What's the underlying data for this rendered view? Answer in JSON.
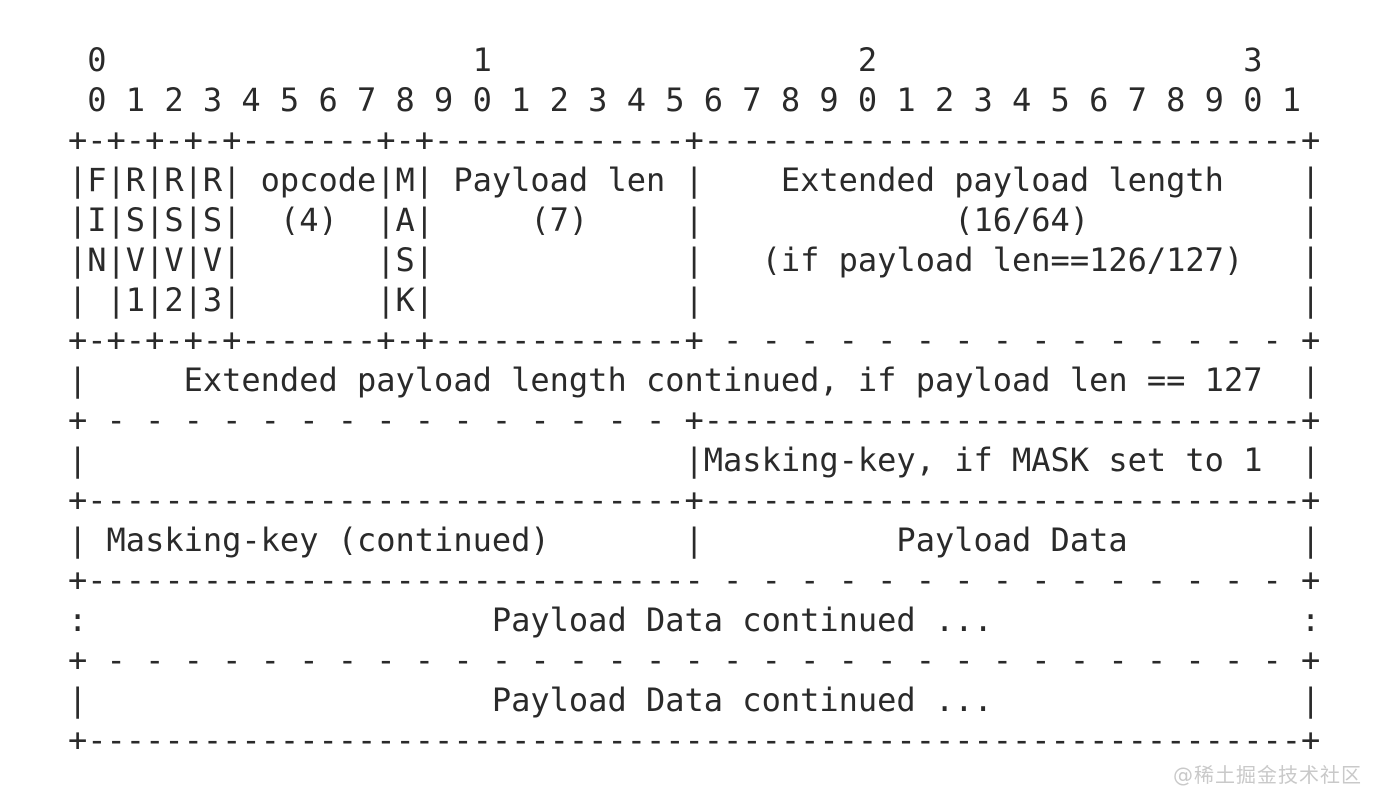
{
  "diagram": {
    "name": "WebSocket frame format (RFC 6455) ASCII diagram",
    "colors": {
      "background": "#ffffff",
      "text": "#2a2a2a",
      "watermark": "#c9c9c9"
    },
    "lines": [
      " 0                   1                   2                   3",
      " 0 1 2 3 4 5 6 7 8 9 0 1 2 3 4 5 6 7 8 9 0 1 2 3 4 5 6 7 8 9 0 1",
      "+-+-+-+-+-------+-+-------------+-------------------------------+",
      "|F|R|R|R| opcode|M| Payload len |    Extended payload length    |",
      "|I|S|S|S|  (4)  |A|     (7)     |             (16/64)           |",
      "|N|V|V|V|       |S|             |   (if payload len==126/127)   |",
      "| |1|2|3|       |K|             |                               |",
      "+-+-+-+-+-------+-+-------------+ - - - - - - - - - - - - - - - +",
      "|     Extended payload length continued, if payload len == 127  |",
      "+ - - - - - - - - - - - - - - - +-------------------------------+",
      "|                               |Masking-key, if MASK set to 1  |",
      "+-------------------------------+-------------------------------+",
      "| Masking-key (continued)       |          Payload Data         |",
      "+-------------------------------- - - - - - - - - - - - - - - - +",
      ":                     Payload Data continued ...                :",
      "+ - - - - - - - - - - - - - - - - - - - - - - - - - - - - - - - +",
      "|                     Payload Data continued ...                |",
      "+---------------------------------------------------------------+"
    ]
  },
  "watermark": {
    "text": "@稀土掘金技术社区"
  }
}
